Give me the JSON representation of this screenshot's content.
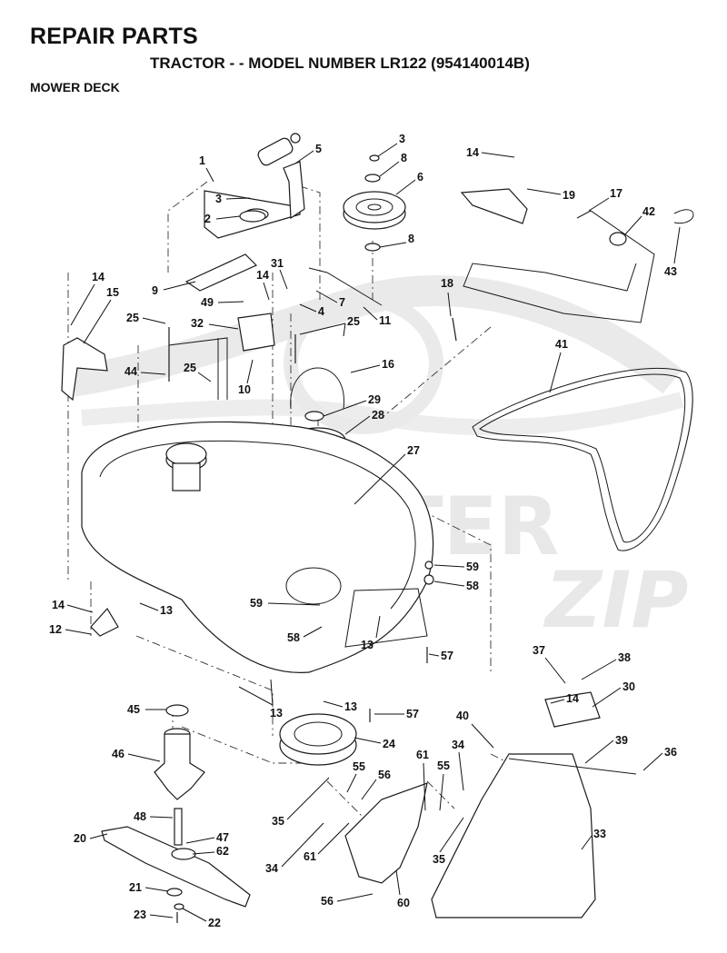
{
  "header": {
    "title": "REPAIR PARTS",
    "subtitle": "TRACTOR - - MODEL NUMBER LR122 (954140014B)",
    "section": "MOWER DECK"
  },
  "watermark": {
    "text": "SCOOTER",
    "mark": "ZIP",
    "color": "#e6e6e6"
  },
  "callouts": {
    "c1": "1",
    "c2": "2",
    "c3a": "3",
    "c3b": "3",
    "c4": "4",
    "c5": "5",
    "c6": "6",
    "c7": "7",
    "c8a": "8",
    "c8b": "8",
    "c9": "9",
    "c10": "10",
    "c11": "11",
    "c12": "12",
    "c13a": "13",
    "c13b": "13",
    "c13c": "13",
    "c13d": "13",
    "c14a": "14",
    "c14b": "14",
    "c14c": "14",
    "c14d": "14",
    "c14e": "14",
    "c15": "15",
    "c16": "16",
    "c17": "17",
    "c18": "18",
    "c19": "19",
    "c20": "20",
    "c21": "21",
    "c22": "22",
    "c23": "23",
    "c24": "24",
    "c25a": "25",
    "c25b": "25",
    "c25c": "25",
    "c27": "27",
    "c28": "28",
    "c29": "29",
    "c30": "30",
    "c31": "31",
    "c32": "32",
    "c33": "33",
    "c34a": "34",
    "c34b": "34",
    "c35a": "35",
    "c35b": "35",
    "c36": "36",
    "c37": "37",
    "c38": "38",
    "c39": "39",
    "c40": "40",
    "c41": "41",
    "c42": "42",
    "c43": "43",
    "c44": "44",
    "c45": "45",
    "c46": "46",
    "c47": "47",
    "c48": "48",
    "c49": "49",
    "c55a": "55",
    "c55b": "55",
    "c56a": "56",
    "c56b": "56",
    "c57a": "57",
    "c57b": "57",
    "c58a": "58",
    "c58b": "58",
    "c59a": "59",
    "c59b": "59",
    "c60": "60",
    "c61a": "61",
    "c61b": "61",
    "c62": "62"
  }
}
